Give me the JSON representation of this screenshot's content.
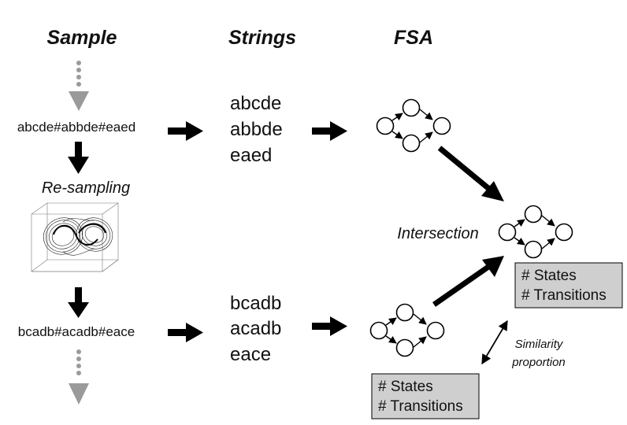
{
  "headers": {
    "sample": "Sample",
    "strings": "Strings",
    "fsa": "FSA"
  },
  "sample_top": "abcde#abbde#eaed",
  "sample_bottom": "bcadb#acadb#eace",
  "resampling_label": "Re-sampling",
  "strings_top": [
    "abcde",
    "abbde",
    "eaed"
  ],
  "strings_bottom": [
    "bcadb",
    "acadb",
    "eace"
  ],
  "intersection_label": "Intersection",
  "box_right": {
    "line1": "# States",
    "line2": "# Transitions"
  },
  "box_bottom": {
    "line1": "# States",
    "line2": "# Transitions"
  },
  "similarity": {
    "line1": "Similarity",
    "line2": "proportion"
  },
  "colors": {
    "box_fill": "#cfcfcf",
    "dotted_arrow": "#9a9a9a",
    "arrow": "#000000"
  },
  "icons": {
    "plot": "lorenz-attractor-3d-plot-image"
  }
}
